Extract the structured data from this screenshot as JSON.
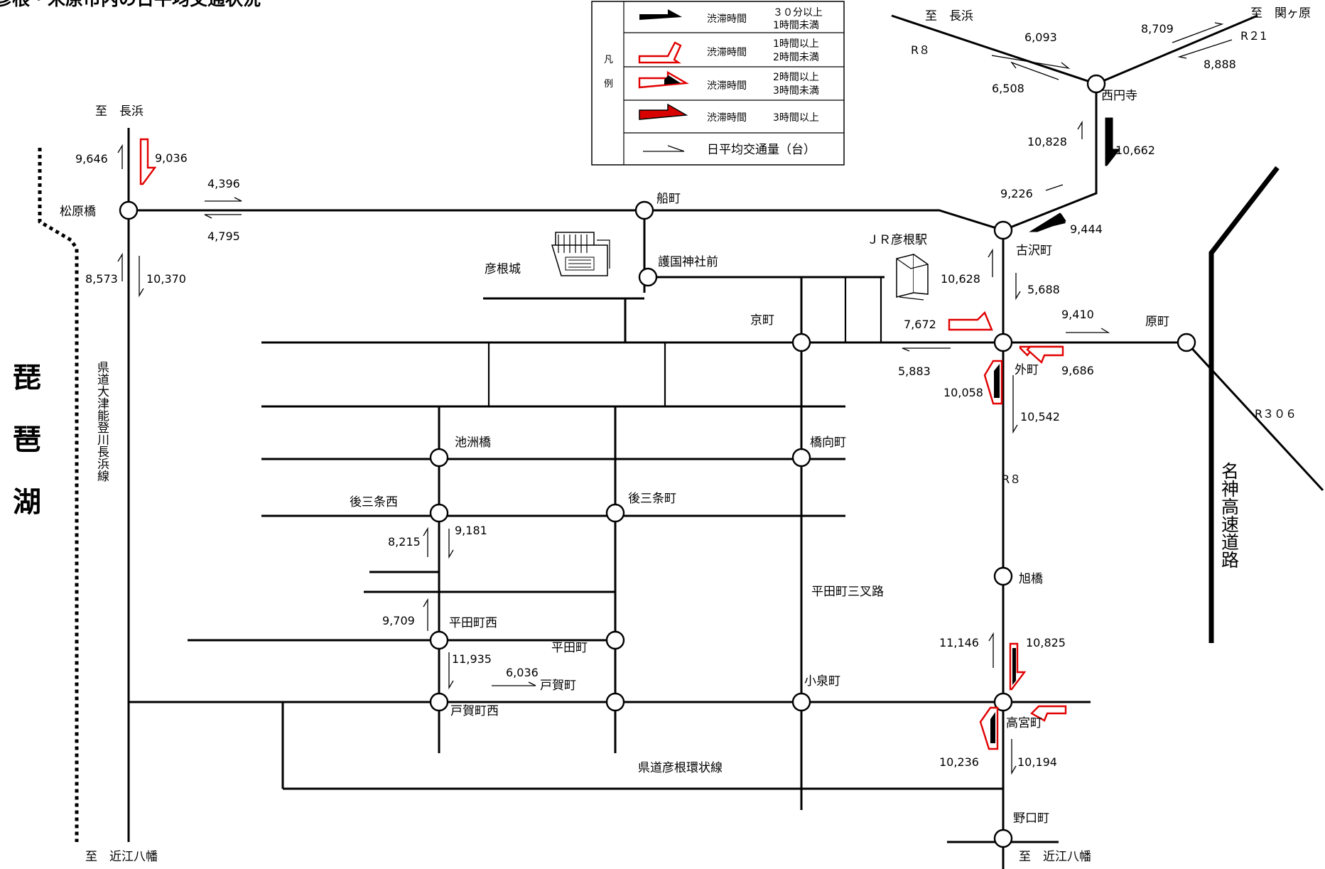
{
  "title": "彦根・米原市内の日平均交通状況",
  "legend": {
    "vertical_label": [
      "凡",
      "例"
    ],
    "rows": [
      {
        "label": "渋滞時間",
        "range": [
          "３０分以上",
          "1時間未満"
        ],
        "symbol": "black-arrow"
      },
      {
        "label": "渋滞時間",
        "range": [
          "1時間以上",
          "2時間未満"
        ],
        "symbol": "red-outline-arrow"
      },
      {
        "label": "渋滞時間",
        "range": [
          "2時間以上",
          "3時間未満"
        ],
        "symbol": "red-outline-black-arrow"
      },
      {
        "label": "渋滞時間",
        "range": [
          "3時間以上"
        ],
        "symbol": "red-filled-arrow"
      },
      {
        "label": "日平均交通量（台）",
        "symbol": "thin-arrow"
      }
    ]
  },
  "lake": {
    "label": [
      "琵",
      "琶",
      "湖"
    ]
  },
  "roads": {
    "prefectural_lakeside": "県道大津能登川長浜線",
    "meishin": "名神高速道路",
    "r8_north": "R８",
    "r8_south": "R８",
    "r21": "R２1",
    "r306": "R３０６",
    "hikone_ring": "県道彦根環状線",
    "hirata_sansaro": "平田町三叉路"
  },
  "directions": {
    "to_nagahama_west": "至　長浜",
    "to_nagahama_east": "至　長浜",
    "to_sekigahara": "至　関ヶ原",
    "to_omihachiman_west": "至　近江八幡",
    "to_omihachiman_east": "至　近江八幡"
  },
  "intersections": {
    "matsubarabashi": "松原橋",
    "funamachi": "船町",
    "gokokujinjamae": "護国神社前",
    "kyomachi": "京町",
    "furusawacho": "古沢町",
    "sotomachi": "外町",
    "haramachi": "原町",
    "saienji": "西円寺",
    "ikesubashi": "池洲橋",
    "hashimukaicho": "橋向町",
    "gosanjonishi": "後三条西",
    "gosanjocho": "後三条町",
    "hiratachonishi": "平田町西",
    "hiratacho": "平田町",
    "kogacho": "戸賀町",
    "kogachonishi": "戸賀町西",
    "koizumicho": "小泉町",
    "asahibashi": "旭橋",
    "takamiyacho": "高宮町",
    "noguchicho": "野口町"
  },
  "landmarks": {
    "hikone_castle": "彦根城",
    "jr_station": "ＪＲ彦根駅"
  },
  "traffic": {
    "nagahama_up": "9,646",
    "nagahama_down": "9,036",
    "matsubara_east": "4,396",
    "matsubara_west": "4,795",
    "lake_south_up": "8,573",
    "lake_south_down": "10,370",
    "saienji_nw_in": "6,093",
    "saienji_nw_out": "6,508",
    "r21_out": "8,709",
    "r21_in": "8,888",
    "saienji_s_up": "10,828",
    "saienji_s_down": "10,662",
    "furusawa_w": "9,226",
    "furusawa_e": "9,444",
    "furusawa_s_up": "10,628",
    "furusawa_s_down": "5,688",
    "soto_w_in": "7,672",
    "soto_w_out": "5,883",
    "soto_e_out": "9,410",
    "soto_e_in": "9,686",
    "soto_s_up": "10,058",
    "soto_s_down": "10,542",
    "gosanjo_up": "8,215",
    "gosanjo_down": "9,181",
    "hiratanishi_up": "9,709",
    "kogacho_down": "11,935",
    "kogacho_e": "6,036",
    "takamiya_n_up": "11,146",
    "takamiya_n_down": "10,825",
    "takamiya_s_up": "10,236",
    "takamiya_s_down": "10,194"
  }
}
